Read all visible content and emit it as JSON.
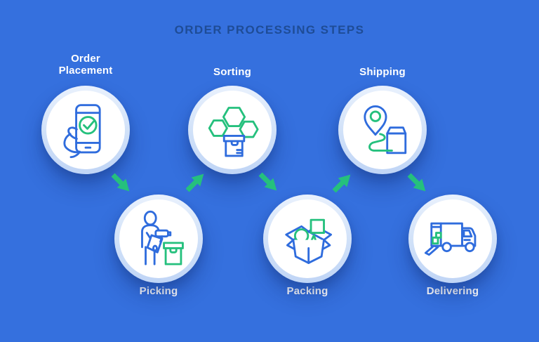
{
  "title": "ORDER PROCESSING STEPS",
  "steps": [
    {
      "label": "Order Placement",
      "icon": "phone-order-check-icon",
      "position": "top"
    },
    {
      "label": "Picking",
      "icon": "worker-scanner-box-icon",
      "position": "bottom"
    },
    {
      "label": "Sorting",
      "icon": "hexagons-package-icon",
      "position": "top"
    },
    {
      "label": "Packing",
      "icon": "open-box-shapes-icon",
      "position": "bottom"
    },
    {
      "label": "Shipping",
      "icon": "location-pin-route-parcel-icon",
      "position": "top"
    },
    {
      "label": "Delivering",
      "icon": "delivery-truck-icon",
      "position": "bottom"
    }
  ],
  "arrows": [
    {
      "from": "Order Placement",
      "to": "Picking",
      "direction": "down-right"
    },
    {
      "from": "Picking",
      "to": "Sorting",
      "direction": "up-right"
    },
    {
      "from": "Sorting",
      "to": "Packing",
      "direction": "down-right"
    },
    {
      "from": "Packing",
      "to": "Shipping",
      "direction": "up-right"
    },
    {
      "from": "Shipping",
      "to": "Delivering",
      "direction": "down-right"
    }
  ],
  "colors": {
    "background": "#3570de",
    "title_text": "#1e4c96",
    "label_text": "#ffffff",
    "icon_blue": "#2f6cdd",
    "accent_green": "#25c07d",
    "circle_fill": "#ffffff"
  }
}
